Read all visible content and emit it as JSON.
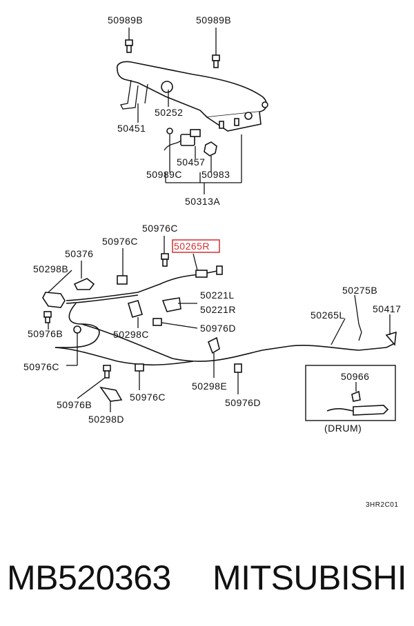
{
  "labels": {
    "p50989B_a": "50989B",
    "p50989B_b": "50989B",
    "p50252": "50252",
    "p50451": "50451",
    "p50457": "50457",
    "p50989C": "50989C",
    "p50983": "50983",
    "p50313A": "50313A",
    "p50976C_top": "50976C",
    "p50976C_mid": "50976C",
    "p50265R": "50265R",
    "p50376": "50376",
    "p50298B": "50298B",
    "p50221L": "50221L",
    "p50221R": "50221R",
    "p50976D_a": "50976D",
    "p50298C": "50298C",
    "p50976B_a": "50976B",
    "p50976C_left": "50976C",
    "p50275B": "50275B",
    "p50417": "50417",
    "p50265L": "50265L",
    "p50966": "50966",
    "drum": "(DRUM)",
    "p50298E": "50298E",
    "p50976D_b": "50976D",
    "p50976B_b": "50976B",
    "p50976C_bot": "50976C",
    "p50298D": "50298D",
    "ref_code": "3HR2C01"
  },
  "highlight_color": "#d32f2f",
  "footer": {
    "part_number": "MB520363",
    "brand": "MITSUBISHI"
  }
}
